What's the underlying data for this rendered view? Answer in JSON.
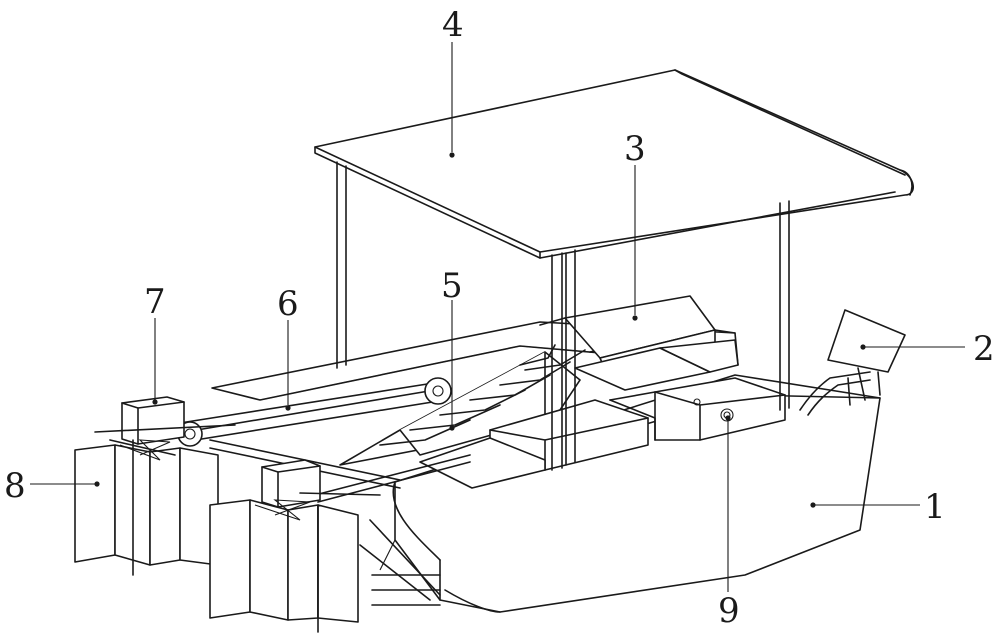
{
  "figure": {
    "labels": [
      {
        "id": "label-1",
        "text": "1"
      },
      {
        "id": "label-2",
        "text": "2"
      },
      {
        "id": "label-3",
        "text": "3"
      },
      {
        "id": "label-4",
        "text": "4"
      },
      {
        "id": "label-5",
        "text": "5"
      },
      {
        "id": "label-6",
        "text": "6"
      },
      {
        "id": "label-7",
        "text": "7"
      },
      {
        "id": "label-8",
        "text": "8"
      },
      {
        "id": "label-9",
        "text": "9"
      }
    ]
  }
}
